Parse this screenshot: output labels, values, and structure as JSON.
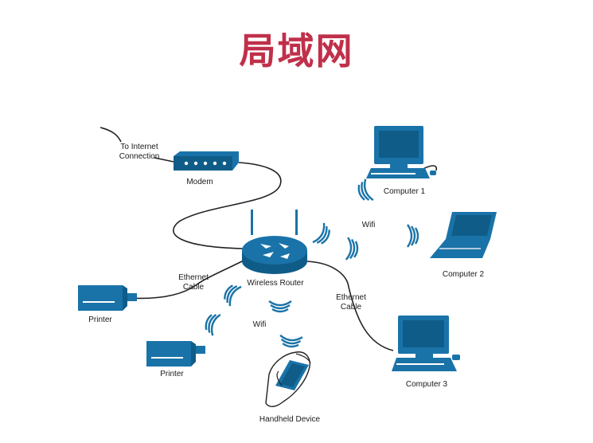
{
  "title": "局域网",
  "colors": {
    "device": "#1a73a8",
    "deviceDark": "#0f5c88",
    "title": "#c0304a",
    "cable": "#222222"
  },
  "labels": {
    "to_internet_1": "To Internet",
    "to_internet_2": "Connection",
    "modem": "Modem",
    "wireless_router": "Wireless Router",
    "computer1": "Computer 1",
    "computer2": "Computer 2",
    "computer3": "Computer 3",
    "printer_top": "Printer",
    "printer_bottom": "Printer",
    "handheld": "Handheld Device",
    "wifi_right": "Wifi",
    "wifi_bottom": "Wifi",
    "ethernet_left_1": "Ethernet",
    "ethernet_left_2": "Cable",
    "ethernet_right_1": "Ethernet",
    "ethernet_right_2": "Cable"
  },
  "icons": [
    "modem-icon",
    "router-icon",
    "desktop-computer-icon",
    "laptop-icon",
    "printer-icon",
    "handheld-device-icon",
    "wifi-signal-icon"
  ]
}
